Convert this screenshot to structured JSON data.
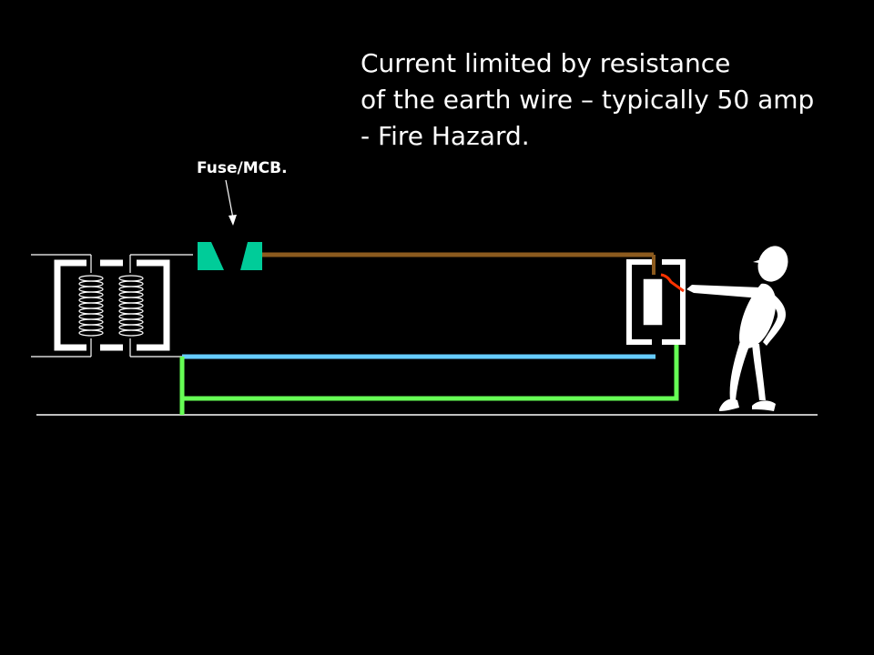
{
  "caption": {
    "line1": "Current limited by resistance",
    "line2": "of the earth wire – typically 50 amp",
    "line3": "- Fire Hazard."
  },
  "labels": {
    "fuse": "Fuse/MCB."
  },
  "colors": {
    "background": "#000000",
    "live_wire": "#8B5A1E",
    "neutral_wire": "#66CCFF",
    "earth_wire": "#66FF55",
    "fuse": "#00CC99",
    "fault_wire": "#FF3300",
    "outline": "#FFFFFF"
  },
  "icons": {
    "transformer": "transformer-icon",
    "fuse": "fuse-icon",
    "appliance": "appliance-icon",
    "person": "person-icon"
  }
}
